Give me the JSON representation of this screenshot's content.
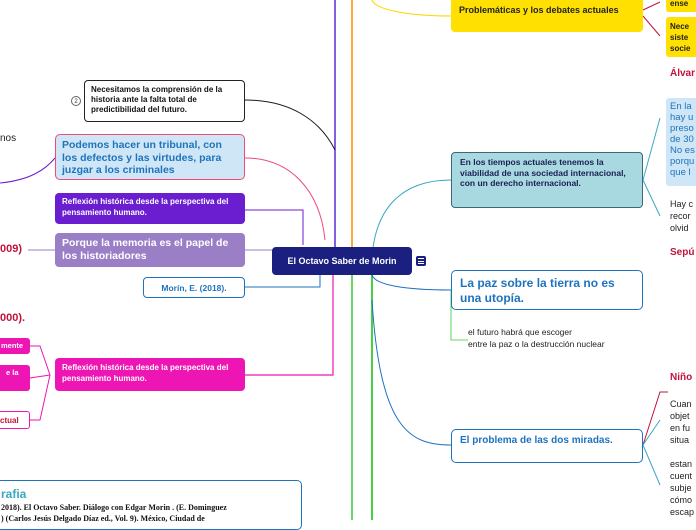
{
  "central": {
    "title": "El Octavo Saber de Morin"
  },
  "left": {
    "comprension": "Necesitamos la comprensión de la historia ante la falta total de predictibilidad del futuro.",
    "comprension_badge": "2",
    "tribunal": "Podemos hacer un tribunal, con los defectos y las virtudes, para juzgar a los criminales",
    "reflexion1": "Reflexión histórica desde la perspectiva del pensamiento humano.",
    "memoria": "Porque la memoria es el papel de los historiadores",
    "morin_ref": "Morín, E. (2018).",
    "reflexion2": "Reflexión histórica desde la perspectiva del pensamiento humano.",
    "edge_nos": "nos",
    "edge_2009": "009)",
    "edge_2000": "000).",
    "edge_mente": "mente",
    "edge_ela": "e la",
    "edge_ctual": "ctual",
    "bib_title": "rafia",
    "bib_line1": "2018). El Octavo Saber. Diálogo con Edgar Morin . (E. Dominguez",
    "bib_line2": ") (Carlos Jesús Delgado Díaz ed., Vol. 9). México, Ciudad de"
  },
  "right": {
    "problematicas": "Problemáticas y los debates actuales",
    "tiempos": "En los  tiempos actuales tenemos la viabilidad de una sociedad internacional, con un derecho internacional.",
    "paz_title": "La paz sobre la tierra no es una utopía.",
    "paz_sub1": "el futuro habrá que escoger",
    "paz_sub2": "entre la paz o la destrucción nuclear",
    "dos_miradas": "El problema de las dos miradas.",
    "cut_ense": "ense",
    "cut_nece1": "Nece",
    "cut_nece2": "siste",
    "cut_nece3": "socie",
    "cut_alvar": "Álvar",
    "cut_blue_lines": [
      "En la",
      "hay u",
      "preso",
      "de 30",
      "No es",
      "porqu",
      "que l"
    ],
    "cut_hay_lines": [
      "Hay c",
      "recor",
      "olvid"
    ],
    "cut_sepu": "Sepú",
    "cut_nino": "Niño",
    "cut_cuan_lines": [
      "Cuan",
      "objet",
      "en fu",
      "situa"
    ],
    "cut_esta_lines": [
      "estan",
      "cuent",
      "subje",
      "cómo",
      "escap"
    ]
  },
  "colors": {
    "blue": "#1e73be",
    "yellow": "#ffe000",
    "teal": "#a8d8e0",
    "navy": "#1a1f80",
    "purple": "#6a1ecf",
    "lavender": "#9b7fc6",
    "pink": "#ee15b5",
    "crimson": "#c0143c"
  }
}
